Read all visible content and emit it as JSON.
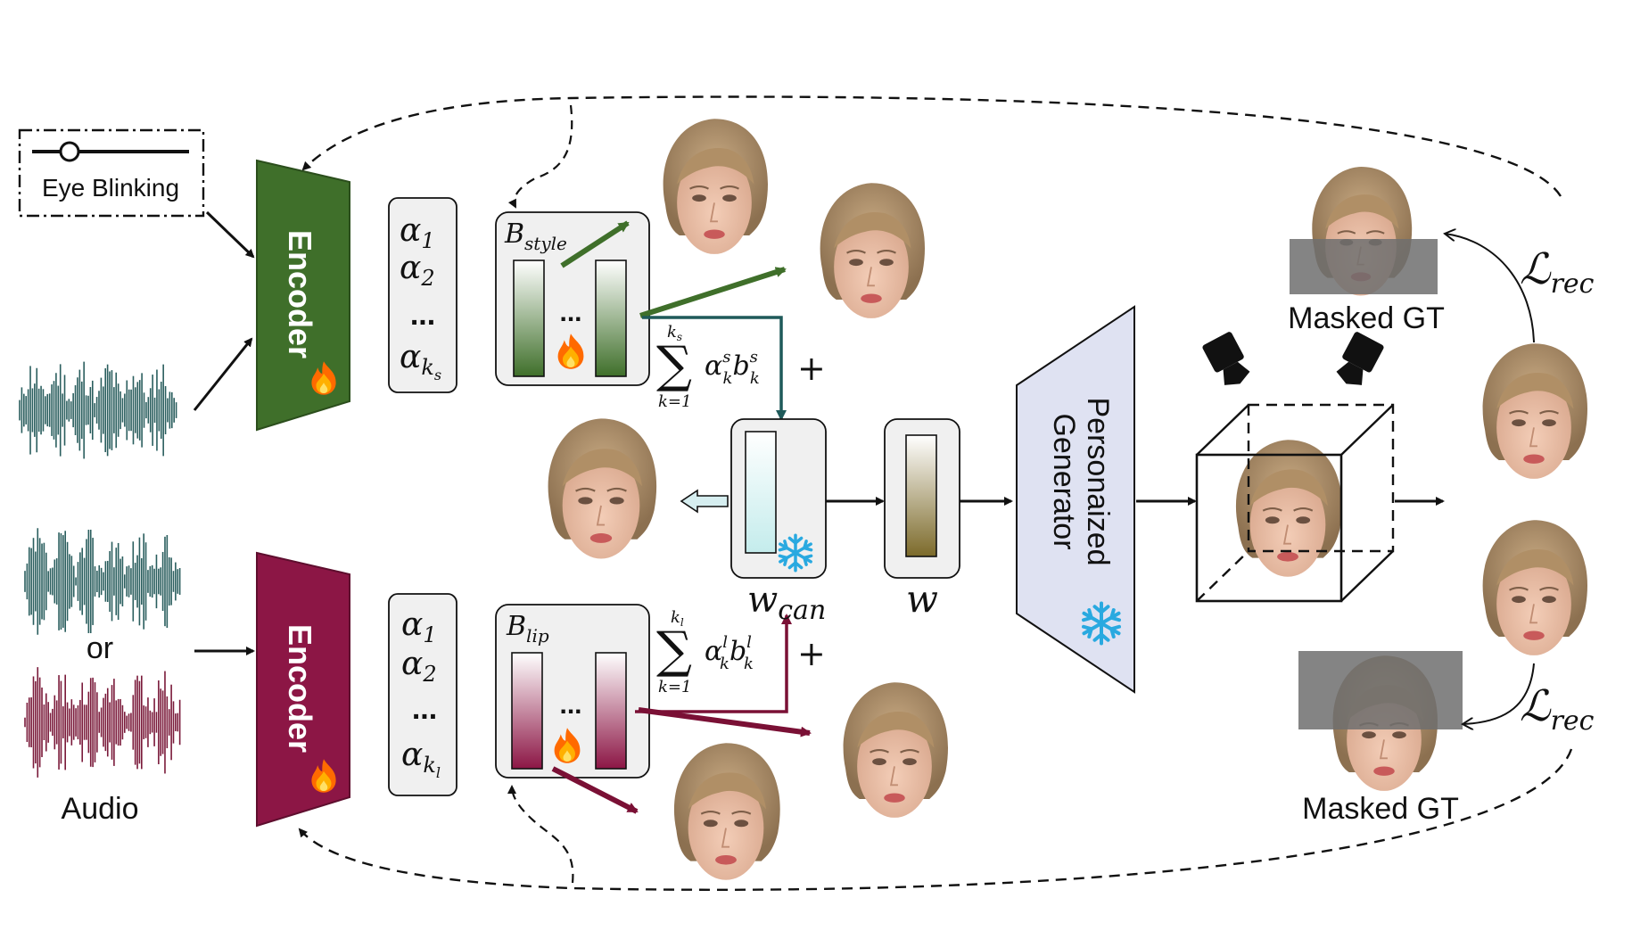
{
  "eye_blinking": {
    "label": "Eye Blinking"
  },
  "audio": {
    "or_label": "or",
    "label": "Audio"
  },
  "encoders": {
    "style_label": "Encoder",
    "lip_label": "Encoder"
  },
  "coeff_style": {
    "a1": "α",
    "a1_sub": "1",
    "a2": "α",
    "a2_sub": "2",
    "dots": "...",
    "ak": "α",
    "ak_sub": "k",
    "ak_subsub": "s"
  },
  "coeff_lip": {
    "a1": "α",
    "a1_sub": "1",
    "a2": "α",
    "a2_sub": "2",
    "dots": "...",
    "ak": "α",
    "ak_sub": "k",
    "ak_subsub": "l"
  },
  "basis_style": {
    "b": "B",
    "sub": "style",
    "dots": "..."
  },
  "basis_lip": {
    "b": "B",
    "sub": "lip",
    "dots": "..."
  },
  "sum_style": {
    "upper": "k",
    "upper_sub": "s",
    "sigma": "∑",
    "lower": "k=1",
    "term": "α",
    "term_sup": "s",
    "term_sub": "k",
    "b": "b",
    "b_sup": "s",
    "b_sub": "k",
    "plus": "+"
  },
  "sum_lip": {
    "upper": "k",
    "upper_sub": "l",
    "sigma": "∑",
    "lower": "k=1",
    "term": "α",
    "term_sup": "l",
    "term_sub": "k",
    "b": "b",
    "b_sup": "l",
    "b_sub": "k",
    "plus": "+"
  },
  "latents": {
    "w_can": "w",
    "w_can_sub": "can",
    "w": "w"
  },
  "generator": {
    "line1": "Personaized",
    "line2": "Generator"
  },
  "outputs": {
    "masked_gt_top": "Masked GT",
    "masked_gt_bottom": "Masked GT",
    "loss": "ℒ",
    "loss_sub": "rec"
  },
  "colors": {
    "style_green": "#3f6f2a",
    "lip_maroon": "#8c1645",
    "teal_arrow": "#1f5a5a",
    "generator_fill": "#dfe2f2",
    "audio_teal": "#2a5e5e",
    "audio_maroon": "#7a1a3a",
    "snow": "#29a9e0",
    "fire": "#ff6a00"
  },
  "icons": [
    "slider-icon",
    "fire-icon",
    "snowflake-icon",
    "camera-icon",
    "face-image"
  ]
}
